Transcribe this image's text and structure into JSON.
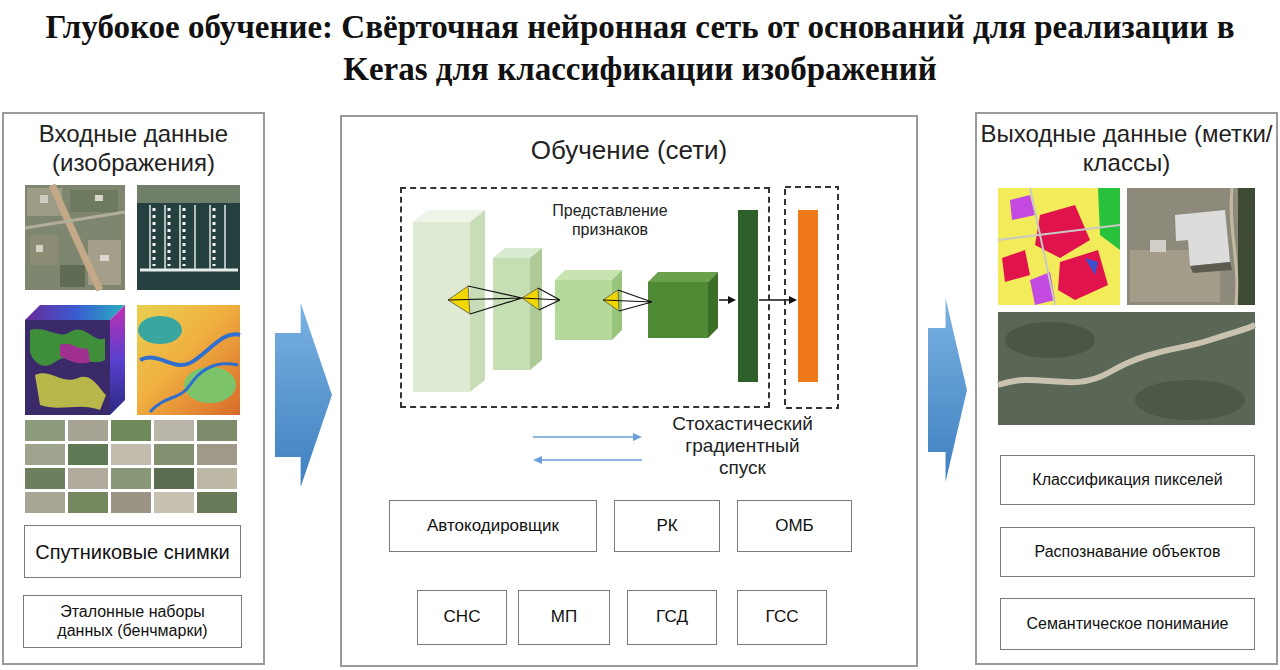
{
  "diagram": {
    "title": "Глубокое обучение: Свёрточная нейронная сеть от оснований для реализации в Keras для классификации изображений",
    "nodes": [
      {
        "text": [
          "Входные данные (изображения)"
        ]
      },
      {
        "text": [
          "Спутниковые снимки"
        ],
        "in": 0
      },
      {
        "text": [
          "Эталонные наборы данных (бенчмарки)"
        ],
        "in": 0
      },
      {
        "text": [
          "Обучение (сети)"
        ]
      },
      {
        "text": [
          "Представление признаков"
        ],
        "in": 3
      },
      {
        "text": [
          "Автокодировщик"
        ],
        "in": 3
      },
      {
        "text": [
          "РК"
        ],
        "in": 3
      },
      {
        "text": [
          "ОМБ"
        ],
        "in": 3
      },
      {
        "text": [
          "СНС"
        ],
        "in": 3
      },
      {
        "text": [
          "МП"
        ],
        "in": 3
      },
      {
        "text": [
          "ГСД"
        ],
        "in": 3
      },
      {
        "text": [
          "ГСС"
        ],
        "in": 3
      },
      {
        "text": [
          "Выходные данные (метки/классы)"
        ]
      },
      {
        "text": [
          "Классификация пикселей"
        ],
        "in": 12
      },
      {
        "text": [
          "Распознавание объектов"
        ],
        "in": 12
      },
      {
        "text": [
          "Семантическое понимание"
        ],
        "in": 12
      }
    ],
    "edges": [
      {
        "from": 0,
        "to": 3,
        "arrow": "to"
      },
      {
        "from": 3,
        "to": 12,
        "arrow": "to"
      }
    ],
    "labels": [
      "Стохастический градиентный спуск"
    ]
  }
}
